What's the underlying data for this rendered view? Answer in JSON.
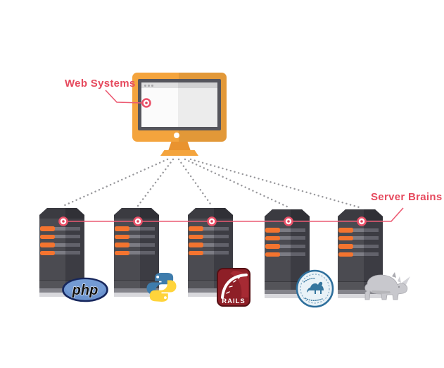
{
  "diagram": {
    "title": "Web Systems / Server Brains architecture diagram",
    "web_systems": {
      "label": "Web Systems"
    },
    "server_brains": {
      "label": "Server Brains"
    },
    "servers": [
      {
        "id": "php-server",
        "technology": "PHP",
        "logo_icon": "php-logo"
      },
      {
        "id": "python-server",
        "technology": "Python",
        "logo_icon": "python-logo"
      },
      {
        "id": "rails-server",
        "technology": "Ruby on Rails",
        "logo_icon": "rails-logo"
      },
      {
        "id": "perl-server",
        "technology": "Perl",
        "logo_icon": "perl-camel-seal-logo"
      },
      {
        "id": "rhino-server",
        "technology": "Rhino JS",
        "logo_icon": "rhino-logo"
      }
    ],
    "logo_text": {
      "php": "php",
      "rails": "RAILS"
    },
    "colors": {
      "accent_line_red": "#EC5A72",
      "label_red": "#E64A5E",
      "monitor_orange": "#F4A43D",
      "monitor_orange_dark": "#E9932F",
      "bezel_gray": "#55555C",
      "server_body_gray": "#4B4B51",
      "server_stripe_orange": "#F4742F",
      "dotted_line_gray": "#98989C"
    }
  }
}
